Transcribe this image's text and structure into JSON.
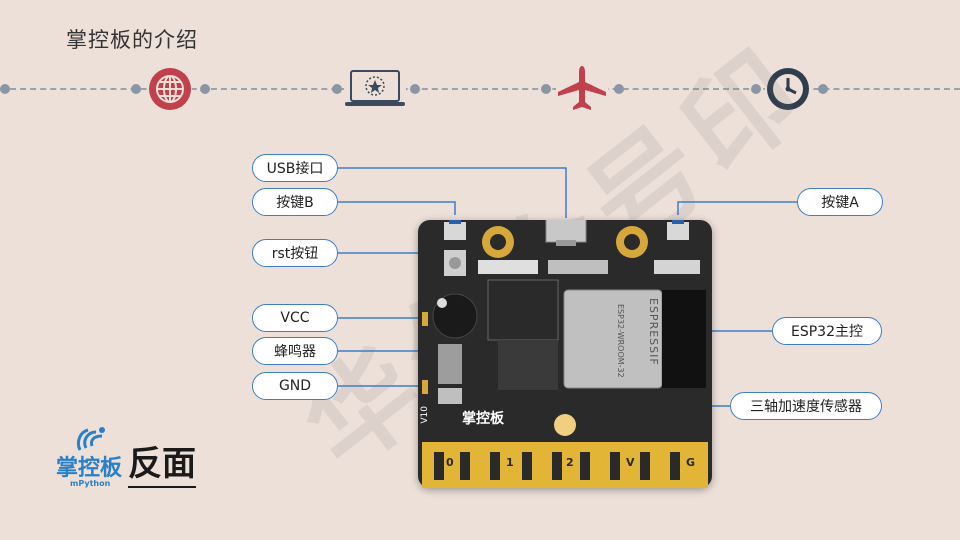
{
  "title": "掌控板的介绍",
  "timeline": {
    "icons": [
      "globe-icon",
      "laptop-icon",
      "airplane-icon",
      "clock-icon"
    ],
    "colors": {
      "globe": "#c0404c",
      "plane": "#c0404c",
      "laptop": "#3b4a5c",
      "clock": "#2f3d4c",
      "line": "#9aa3ad"
    }
  },
  "watermark": "华公众号印",
  "callouts": {
    "usb": "USB接口",
    "button_b": "按键B",
    "rst": "rst按钮",
    "vcc": "VCC",
    "buzzer": "蜂鸣器",
    "gnd": "GND",
    "button_a": "按键A",
    "esp32": "ESP32主控",
    "accel": "三轴加速度传感器"
  },
  "board": {
    "module_brand": "ESPRESSIF",
    "module_model": "ESP32-WROOM-32",
    "board_label": "掌控板",
    "version": "V10",
    "pins": [
      "0",
      "1",
      "2",
      "V",
      "G"
    ]
  },
  "logo": {
    "name": "掌控板",
    "sub": "mPython"
  },
  "side_label": "反面",
  "accent_color": "#3e7fc4"
}
